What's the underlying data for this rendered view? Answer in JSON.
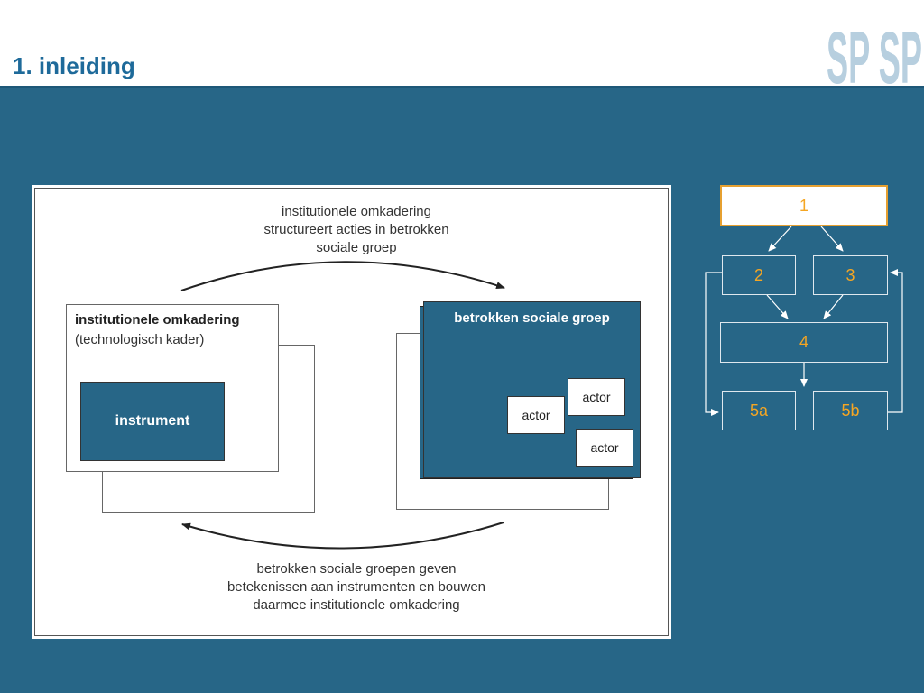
{
  "header": {
    "title": "1. inleiding",
    "logo_text": "SP SP"
  },
  "diagram": {
    "top_caption": [
      "institutionele omkadering",
      "structureert acties in betrokken",
      "sociale groep"
    ],
    "bottom_caption": [
      "betrokken sociale groepen geven",
      "betekenissen aan instrumenten en bouwen",
      "daarmee institutionele omkadering"
    ],
    "left_box": {
      "title": "institutionele omkadering",
      "subtitle": "(technologisch kader)",
      "instrument": "instrument"
    },
    "right_box": {
      "title": "betrokken sociale groep",
      "actors": [
        "actor",
        "actor",
        "actor"
      ]
    }
  },
  "flow": {
    "steps": [
      "1",
      "2",
      "3",
      "4",
      "5a",
      "5b"
    ]
  },
  "colors": {
    "background": "#276687",
    "title": "#1e6a9a",
    "step_text": "#f5a623",
    "step_border_first": "#e6a030"
  }
}
